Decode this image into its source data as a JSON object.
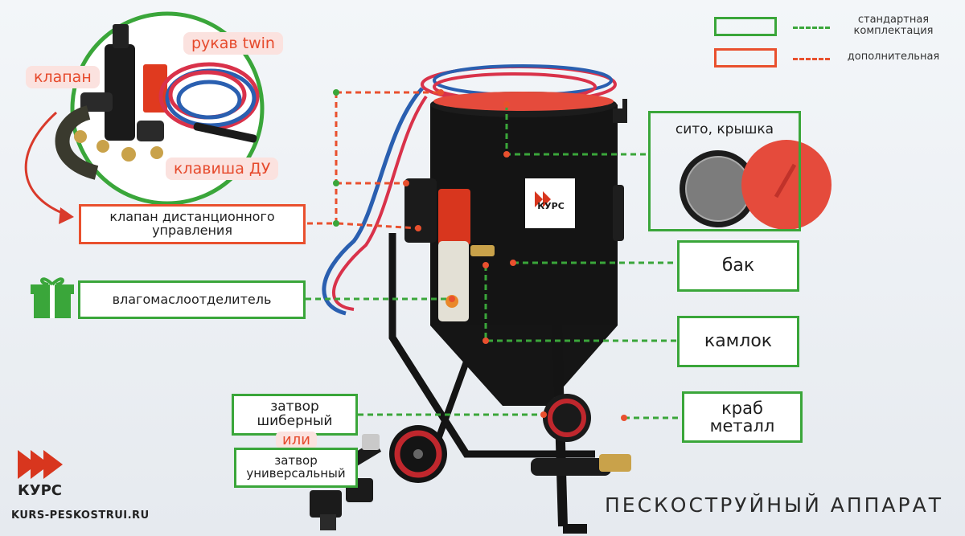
{
  "legend": {
    "standard_label": "стандартная комплектация",
    "optional_label": "дополнительная",
    "standard_color": "#3aa63a",
    "optional_color": "#e9502e"
  },
  "inset": {
    "valve": "клапан",
    "hose": "рукав twin",
    "switch": "клавиша ДУ"
  },
  "labels": {
    "remote_valve": "клапан дистанционного управления",
    "separator": "влагомаслоотделитель",
    "sieve": "сито, крышка",
    "tank": "бак",
    "camlock": "камлок",
    "crab": "краб металл",
    "gate_valve": "затвор шиберный",
    "or": "или",
    "universal_valve": "затвор универсальный"
  },
  "tank_badge": "КУРС",
  "brand": {
    "name": "КУРС",
    "site": "KURS-PESKOSTRUI.RU"
  },
  "footer_title": "ПЕСКОСТРУЙНЫЙ АППАРАТ",
  "colors": {
    "tank": "#141414",
    "lid": "#e54b3c",
    "filter": "#d8361e",
    "green": "#3aa63a",
    "red": "#e9502e"
  }
}
